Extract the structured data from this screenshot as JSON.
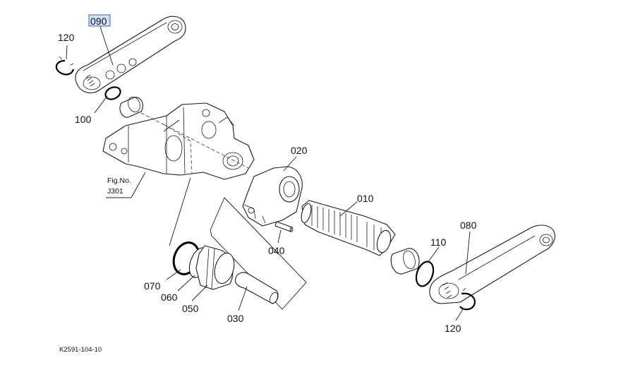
{
  "callouts": {
    "c090": "090",
    "c120_top": "120",
    "c100": "100",
    "c020": "020",
    "c010": "010",
    "c080": "080",
    "c110": "110",
    "c040": "040",
    "c070": "070",
    "c060": "060",
    "c050": "050",
    "c030": "030",
    "c120_bottom": "120"
  },
  "figure_ref": {
    "line1": "Fig.No.",
    "line2": "J301"
  },
  "drawing_code": "K2591-104-10",
  "selected_callout": "090",
  "colors": {
    "highlight_fill": "#cfe0f7",
    "highlight_border": "#2b64c4"
  }
}
